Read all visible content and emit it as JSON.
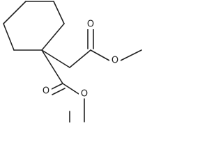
{
  "molecule": {
    "atoms": {
      "ester_top_carbonyl_oxygen": "O",
      "ester_top_ether_oxygen": "O",
      "ester_bottom_carbonyl_oxygen": "O",
      "ester_bottom_ether_oxygen": "O"
    }
  }
}
